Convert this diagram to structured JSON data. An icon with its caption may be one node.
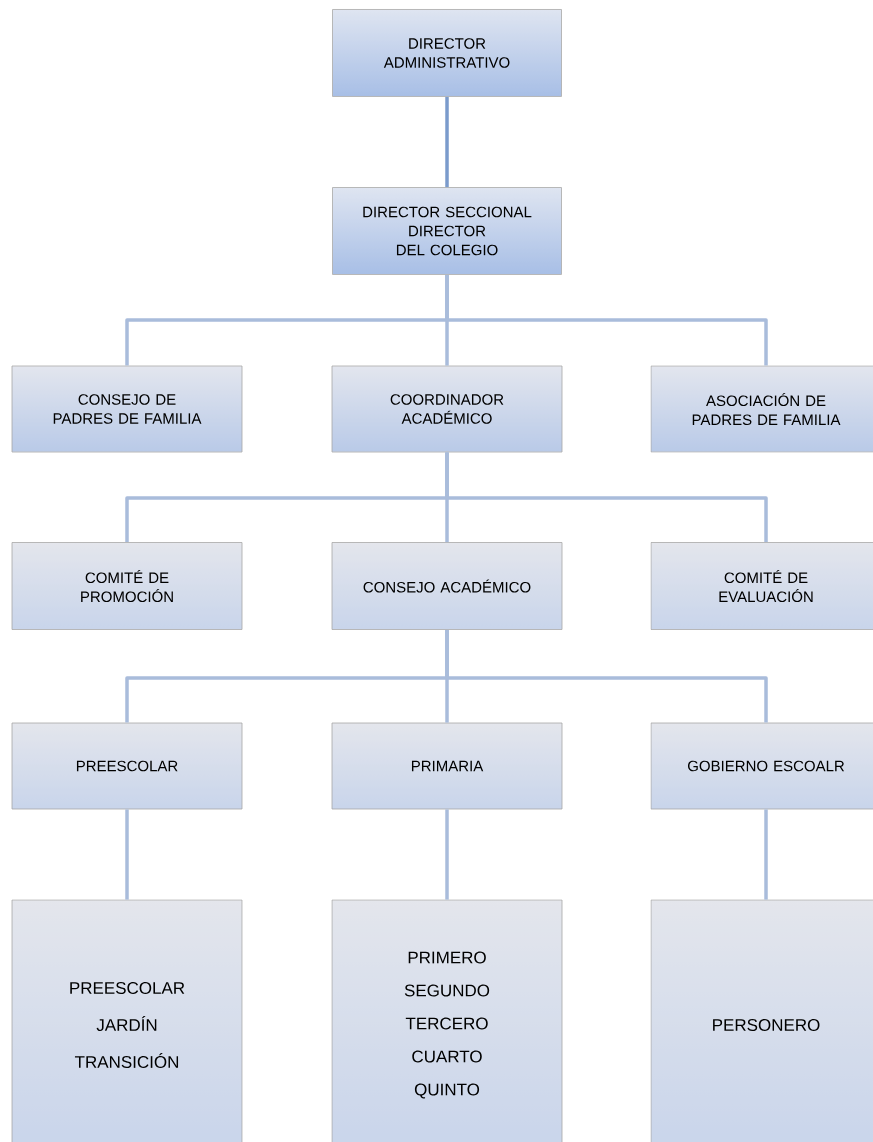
{
  "diagram": {
    "nodes": [
      {
        "text": [
          "DIRECTOR ADMINISTRATIVO"
        ]
      },
      {
        "text": [
          "DIRECTOR SECCIONAL DIRECTOR DEL COLEGIO"
        ]
      },
      {
        "text": [
          "CONSEJO DE PADRES DE FAMILIA"
        ]
      },
      {
        "text": [
          "COORDINADOR ACADÉMICO"
        ]
      },
      {
        "text": [
          "ASOCIACIÓN DE PADRES DE FAMILIA"
        ]
      },
      {
        "text": [
          "COMITÉ DE PROMOCIÓN"
        ]
      },
      {
        "text": [
          "CONSEJO ACADÉMICO"
        ]
      },
      {
        "text": [
          "COMITÉ DE EVALUACIÓN"
        ]
      },
      {
        "text": [
          "PREESCOLAR"
        ]
      },
      {
        "text": [
          "PRIMARIA"
        ]
      },
      {
        "text": [
          "GOBIERNO ESCOALR"
        ]
      },
      {
        "text": [
          "PREESCOLAR",
          "JARDÍN",
          "TRANSICIÓN"
        ]
      },
      {
        "text": [
          "PRIMERO",
          "SEGUNDO",
          "TERCERO",
          "CUARTO",
          "QUINTO"
        ]
      },
      {
        "text": [
          "PERSONERO"
        ]
      }
    ],
    "edges": [
      {
        "from": 0,
        "to": 1,
        "arrow": "none",
        "color": "#7b9bcc"
      },
      {
        "from": 1,
        "to": 2,
        "arrow": "none"
      },
      {
        "from": 1,
        "to": 3,
        "arrow": "none"
      },
      {
        "from": 1,
        "to": 4,
        "arrow": "none"
      },
      {
        "from": 3,
        "to": 5,
        "arrow": "none"
      },
      {
        "from": 3,
        "to": 6,
        "arrow": "none"
      },
      {
        "from": 3,
        "to": 7,
        "arrow": "none"
      },
      {
        "from": 6,
        "to": 8,
        "arrow": "none"
      },
      {
        "from": 6,
        "to": 9,
        "arrow": "none"
      },
      {
        "from": 6,
        "to": 10,
        "arrow": "none"
      },
      {
        "from": 8,
        "to": 11,
        "arrow": "none"
      },
      {
        "from": 9,
        "to": 12,
        "arrow": "none"
      },
      {
        "from": 10,
        "to": 13,
        "arrow": "none"
      }
    ]
  }
}
